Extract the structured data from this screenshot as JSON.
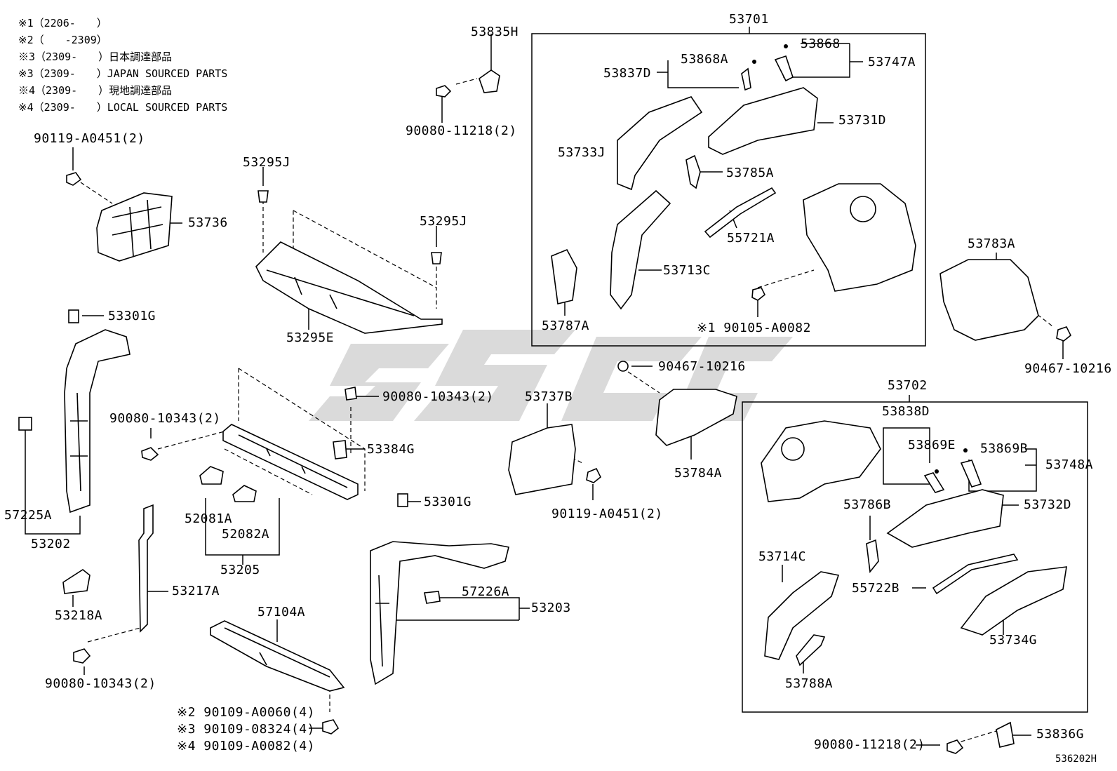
{
  "notes": [
    "※1（2206-　　）",
    "※2（　　-2309）",
    "※3（2309-　　）日本調達部品",
    "※3（2309-　　）JAPAN SOURCED PARTS",
    "※4（2309-　　）現地調達部品",
    "※4（2309-　　）LOCAL SOURCED PARTS"
  ],
  "labels": {
    "p53835H": "53835H",
    "p90080_11218_top": "90080-11218(2)",
    "p90119_A0451_top": "90119-A0451(2)",
    "p53736": "53736",
    "p53295J_a": "53295J",
    "p53295J_b": "53295J",
    "p53295E": "53295E",
    "p53301G_a": "53301G",
    "p53301G_b": "53301G",
    "p90080_10343_a": "90080-10343(2)",
    "p90080_10343_b": "90080-10343(2)",
    "p90080_10343_c": "90080-10343(2)",
    "p53384G": "53384G",
    "p57225A": "57225A",
    "p53202": "53202",
    "p52081A": "52081A",
    "p52082A": "52082A",
    "p53205": "53205",
    "p53217A": "53217A",
    "p53218A": "53218A",
    "p57104A": "57104A",
    "p90109_A0060": "※2 90109-A0060(4)",
    "p90109_08324": "※3 90109-08324(4)",
    "p90109_A0082": "※4 90109-A0082(4)",
    "p57226A": "57226A",
    "p53203": "53203",
    "p53737B": "53737B",
    "p90119_A0451_mid": "90119-A0451(2)",
    "p90467_10216_a": "90467-10216",
    "p53784A": "53784A",
    "p53701": "53701",
    "p53868A": "53868A",
    "p53868": "53868",
    "p53837D": "53837D",
    "p53747A": "53747A",
    "p53731D": "53731D",
    "p53733J": "53733J",
    "p53785A": "53785A",
    "p55721A": "55721A",
    "p53713C": "53713C",
    "p53787A": "53787A",
    "p90105_A0082": "※1 90105-A0082",
    "p53783A": "53783A",
    "p90467_10216_b": "90467-10216",
    "p53702": "53702",
    "p53838D": "53838D",
    "p53869E": "53869E",
    "p53869B": "53869B",
    "p53748A": "53748A",
    "p53732D": "53732D",
    "p53786B": "53786B",
    "p53714C": "53714C",
    "p55722B": "55722B",
    "p53734G": "53734G",
    "p53788A": "53788A",
    "p90080_11218_bot": "90080-11218(2)",
    "p53836G": "53836G",
    "diagram_code": "536202H"
  }
}
